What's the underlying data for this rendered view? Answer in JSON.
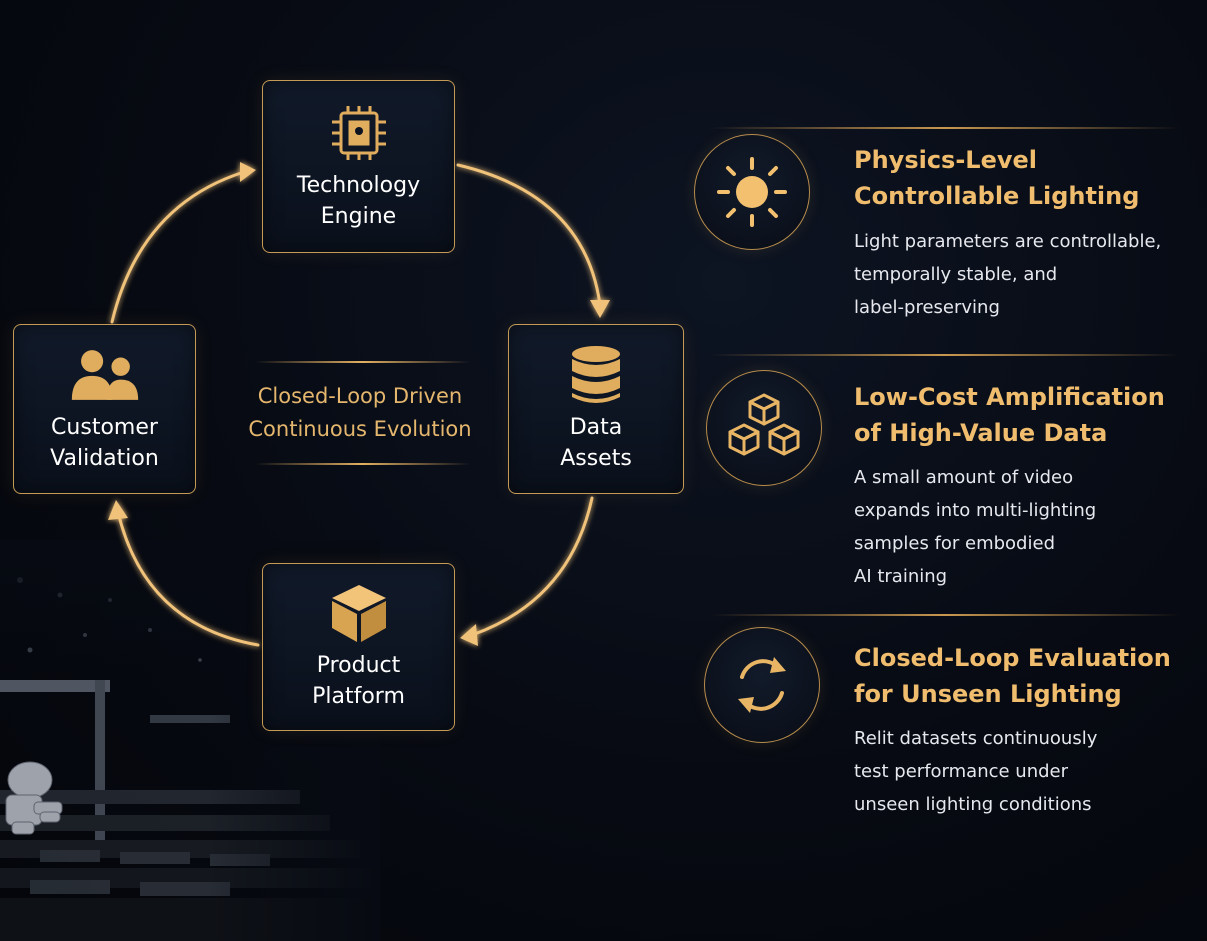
{
  "diagram": {
    "center_label": "Closed-Loop Driven\nContinuous Evolution",
    "nodes": [
      {
        "id": "technology-engine",
        "label": "Technology\nEngine",
        "icon": "chip-icon"
      },
      {
        "id": "data-assets",
        "label": "Data\nAssets",
        "icon": "database-icon"
      },
      {
        "id": "product-platform",
        "label": "Product\nPlatform",
        "icon": "cube-icon"
      },
      {
        "id": "customer-validation",
        "label": "Customer\nValidation",
        "icon": "users-icon"
      }
    ],
    "flow_direction": "clockwise"
  },
  "features": [
    {
      "title": "Physics-Level\nControllable Lighting",
      "description": "Light parameters are controllable,\ntemporally stable, and\nlabel-preserving",
      "icon": "sun-icon"
    },
    {
      "title": "Low-Cost Amplification\nof High-Value Data",
      "description": "A small amount of video\nexpands into multi-lighting\nsamples for embodied\nAI training",
      "icon": "cubes-icon"
    },
    {
      "title": "Closed-Loop Evaluation\nfor Unseen Lighting",
      "description": "Relit datasets continuously\ntest performance under\nunseen lighting conditions",
      "icon": "cycle-arrows-icon"
    }
  ],
  "colors": {
    "accent_gold": "#e3b062",
    "background": "#070a12",
    "node_border": "#c59a55"
  }
}
